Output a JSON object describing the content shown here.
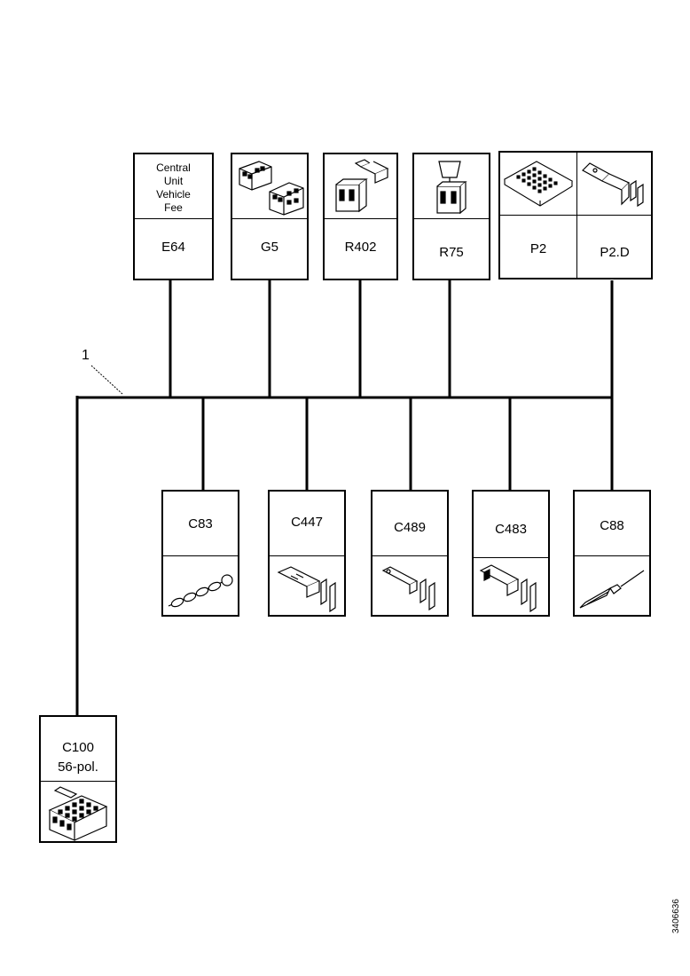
{
  "callout": "1",
  "doc_number": "3406636",
  "top_connectors": [
    {
      "id": "e64",
      "label": "E64",
      "desc": [
        "Central",
        "Unit",
        "Vehicle",
        "Fee"
      ],
      "icon": "ccu-text"
    },
    {
      "id": "g5",
      "label": "G5",
      "icon": "multi-connector-icon"
    },
    {
      "id": "r402",
      "label": "R402",
      "icon": "relay-connector-icon"
    },
    {
      "id": "r75",
      "label": "R75",
      "icon": "relay-socket-icon"
    },
    {
      "id": "p2",
      "label": "P2",
      "icon": "fuse-board-icon"
    },
    {
      "id": "p2d",
      "label": "P2.D",
      "icon": "terminal-icon"
    }
  ],
  "bottom_connectors": [
    {
      "id": "c83",
      "label": "C83",
      "icon": "splice-chain-icon"
    },
    {
      "id": "c447",
      "label": "C447",
      "icon": "terminal-icon"
    },
    {
      "id": "c489",
      "label": "C489",
      "icon": "terminal-icon"
    },
    {
      "id": "c483",
      "label": "C483",
      "icon": "terminal-icon"
    },
    {
      "id": "c88",
      "label": "C88",
      "icon": "wire-pin-icon"
    }
  ],
  "main_connector": {
    "id": "c100",
    "label_line1": "C100",
    "label_line2": "56-pol.",
    "icon": "multi-connector-icon"
  }
}
